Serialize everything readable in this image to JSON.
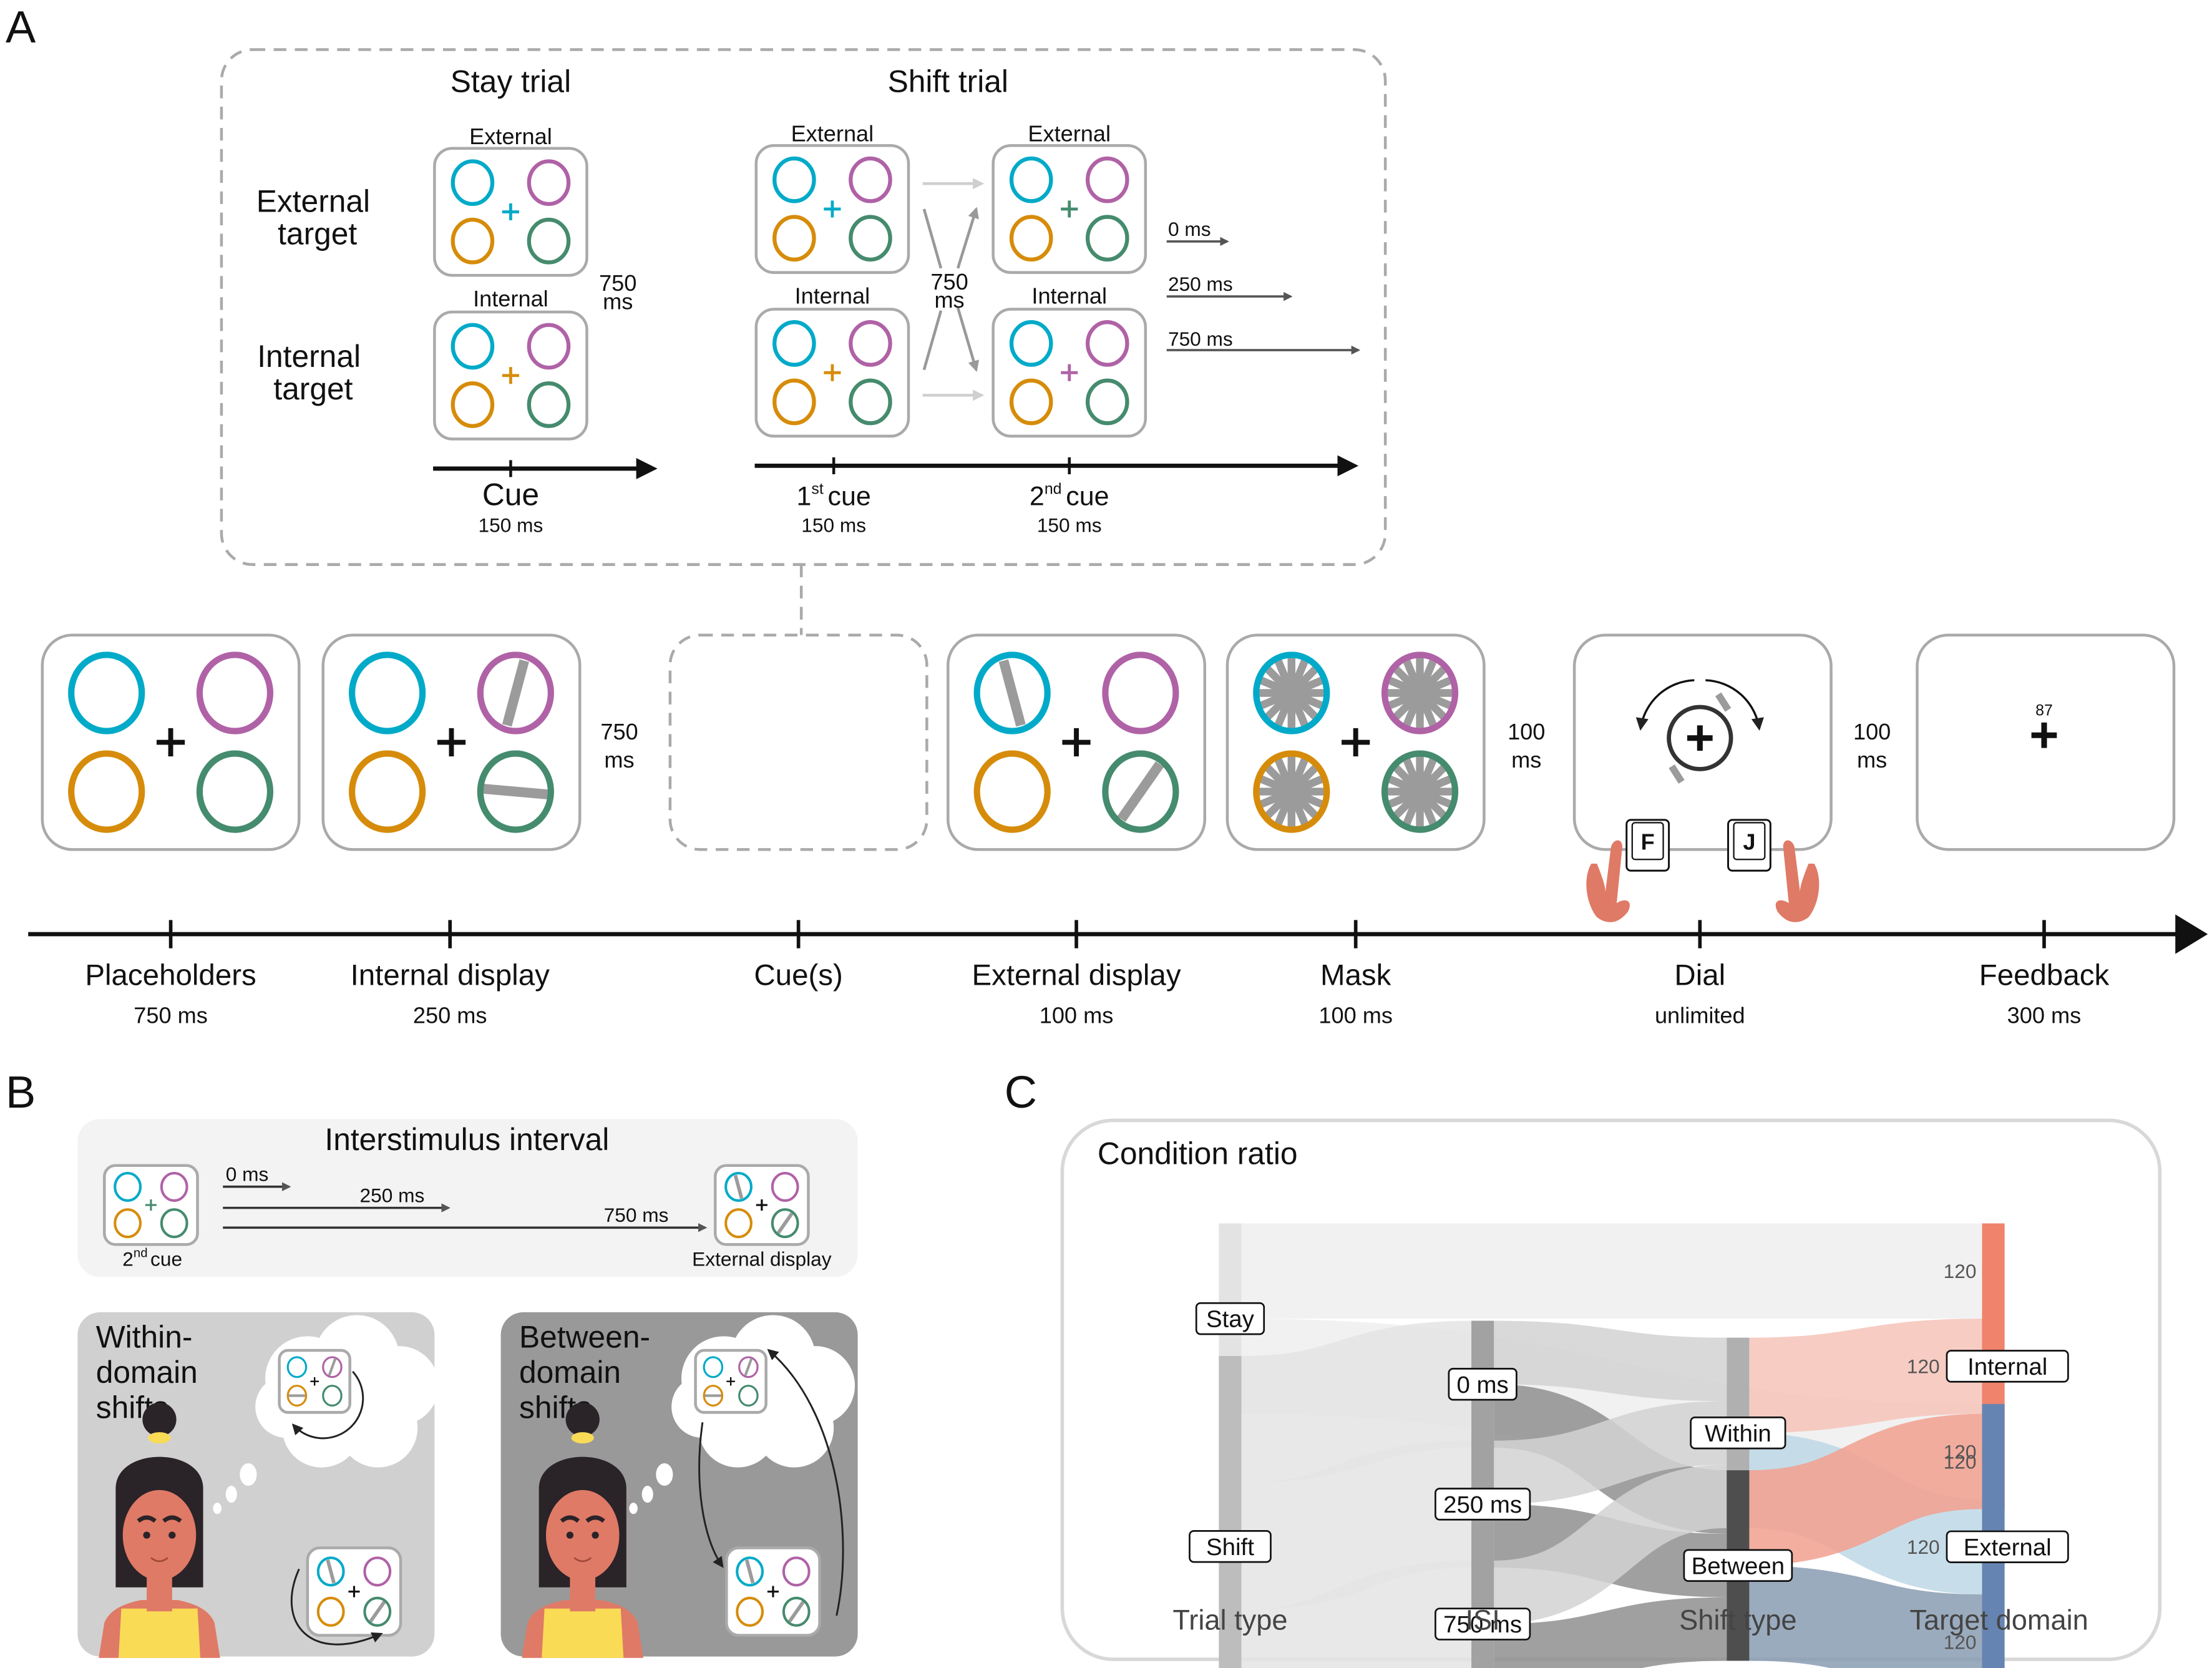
{
  "colors": {
    "cyan": "#00AAC8",
    "purple": "#B062A6",
    "orange": "#D68C0A",
    "green": "#458B6E",
    "grating": "#9b9b9b",
    "frame": "#aaaaaa",
    "skin": "#DF7A66",
    "shirt": "#FADB56",
    "hair": "#2A2328",
    "internal": "#EF836C",
    "external": "#6684B2",
    "flow_internal_light": "#F6C3B8",
    "flow_internal": "#F2A08E",
    "flow_external_light": "#BDD8E6",
    "flow_external": "#8A9CB3"
  },
  "panelA": {
    "letter": "A",
    "inset": {
      "stay_title": "Stay trial",
      "shift_title": "Shift trial",
      "row_labels": [
        {
          "line1": "External",
          "line2": "target"
        },
        {
          "line1": "Internal",
          "line2": "target"
        }
      ],
      "box_labels": {
        "external": "External",
        "internal": "Internal"
      },
      "stay_interval": {
        "value": "750",
        "unit": "ms"
      },
      "shift_interval": {
        "value": "750",
        "unit": "ms"
      },
      "isi_arrows": [
        "0 ms",
        "250 ms",
        "750 ms"
      ],
      "stay_axis": {
        "label": "Cue",
        "duration": "150 ms"
      },
      "shift_axis": [
        {
          "num": "1",
          "sup": "st",
          "label": "cue",
          "duration": "150 ms"
        },
        {
          "num": "2",
          "sup": "nd",
          "label": "cue",
          "duration": "150 ms"
        }
      ]
    },
    "timeline": [
      {
        "name": "Placeholders",
        "duration": "750 ms"
      },
      {
        "name": "Internal display",
        "duration": "250 ms"
      },
      {
        "name": "Cue(s)",
        "duration": ""
      },
      {
        "name": "External display",
        "duration": "100 ms"
      },
      {
        "name": "Mask",
        "duration": "100 ms"
      },
      {
        "name": "Dial",
        "duration": "unlimited"
      },
      {
        "name": "Feedback",
        "duration": "300 ms"
      }
    ],
    "gap_labels": [
      {
        "value": "750",
        "unit": "ms"
      },
      {
        "value": "100",
        "unit": "ms"
      },
      {
        "value": "100",
        "unit": "ms"
      }
    ],
    "keys": [
      "F",
      "J"
    ],
    "feedback_score": "87"
  },
  "panelB": {
    "letter": "B",
    "isi_title": "Interstimulus interval",
    "isi_arrows": [
      "0 ms",
      "250 ms",
      "750 ms"
    ],
    "left_caption": {
      "num": "2",
      "sup": "nd",
      "label": "cue"
    },
    "right_caption": "External display",
    "within": {
      "lines": [
        "Within-",
        "domain",
        "shifts"
      ]
    },
    "between": {
      "lines": [
        "Between-",
        "domain",
        "shifts"
      ]
    }
  },
  "panelC": {
    "letter": "C",
    "title": "Condition ratio"
  },
  "chart_data": {
    "type": "sankey",
    "title": "Condition ratio",
    "columns": [
      "Trial type",
      "ISI",
      "Shift type",
      "Target domain"
    ],
    "nodes": [
      {
        "id": "stay",
        "label": "Stay",
        "column": 0,
        "value": 240
      },
      {
        "id": "shift",
        "label": "Shift",
        "column": 0,
        "value": 480
      },
      {
        "id": "isi0",
        "label": "0 ms",
        "column": 1,
        "value": 160
      },
      {
        "id": "isi250",
        "label": "250 ms",
        "column": 1,
        "value": 160
      },
      {
        "id": "isi750",
        "label": "750 ms",
        "column": 1,
        "value": 160
      },
      {
        "id": "within",
        "label": "Within",
        "column": 2,
        "value": 240
      },
      {
        "id": "between",
        "label": "Between",
        "column": 2,
        "value": 240
      },
      {
        "id": "internal",
        "label": "Internal",
        "column": 3,
        "value": 360
      },
      {
        "id": "external",
        "label": "External",
        "column": 3,
        "value": 360
      }
    ],
    "links": [
      {
        "source": "stay",
        "target": "internal",
        "value": 120
      },
      {
        "source": "stay",
        "target": "external",
        "value": 120
      },
      {
        "source": "shift",
        "target": "isi0",
        "value": 160
      },
      {
        "source": "shift",
        "target": "isi250",
        "value": 160
      },
      {
        "source": "shift",
        "target": "isi750",
        "value": 160
      },
      {
        "source": "isi0",
        "target": "within",
        "value": 80
      },
      {
        "source": "isi0",
        "target": "between",
        "value": 80
      },
      {
        "source": "isi250",
        "target": "within",
        "value": 80
      },
      {
        "source": "isi250",
        "target": "between",
        "value": 80
      },
      {
        "source": "isi750",
        "target": "within",
        "value": 80
      },
      {
        "source": "isi750",
        "target": "between",
        "value": 80
      },
      {
        "source": "within",
        "target": "internal",
        "value": 120
      },
      {
        "source": "within",
        "target": "external",
        "value": 120
      },
      {
        "source": "between",
        "target": "internal",
        "value": 120
      },
      {
        "source": "between",
        "target": "external",
        "value": 120
      }
    ],
    "target_counts": {
      "internal": [
        "120",
        "120",
        "120"
      ],
      "external": [
        "120",
        "120",
        "120"
      ]
    }
  }
}
